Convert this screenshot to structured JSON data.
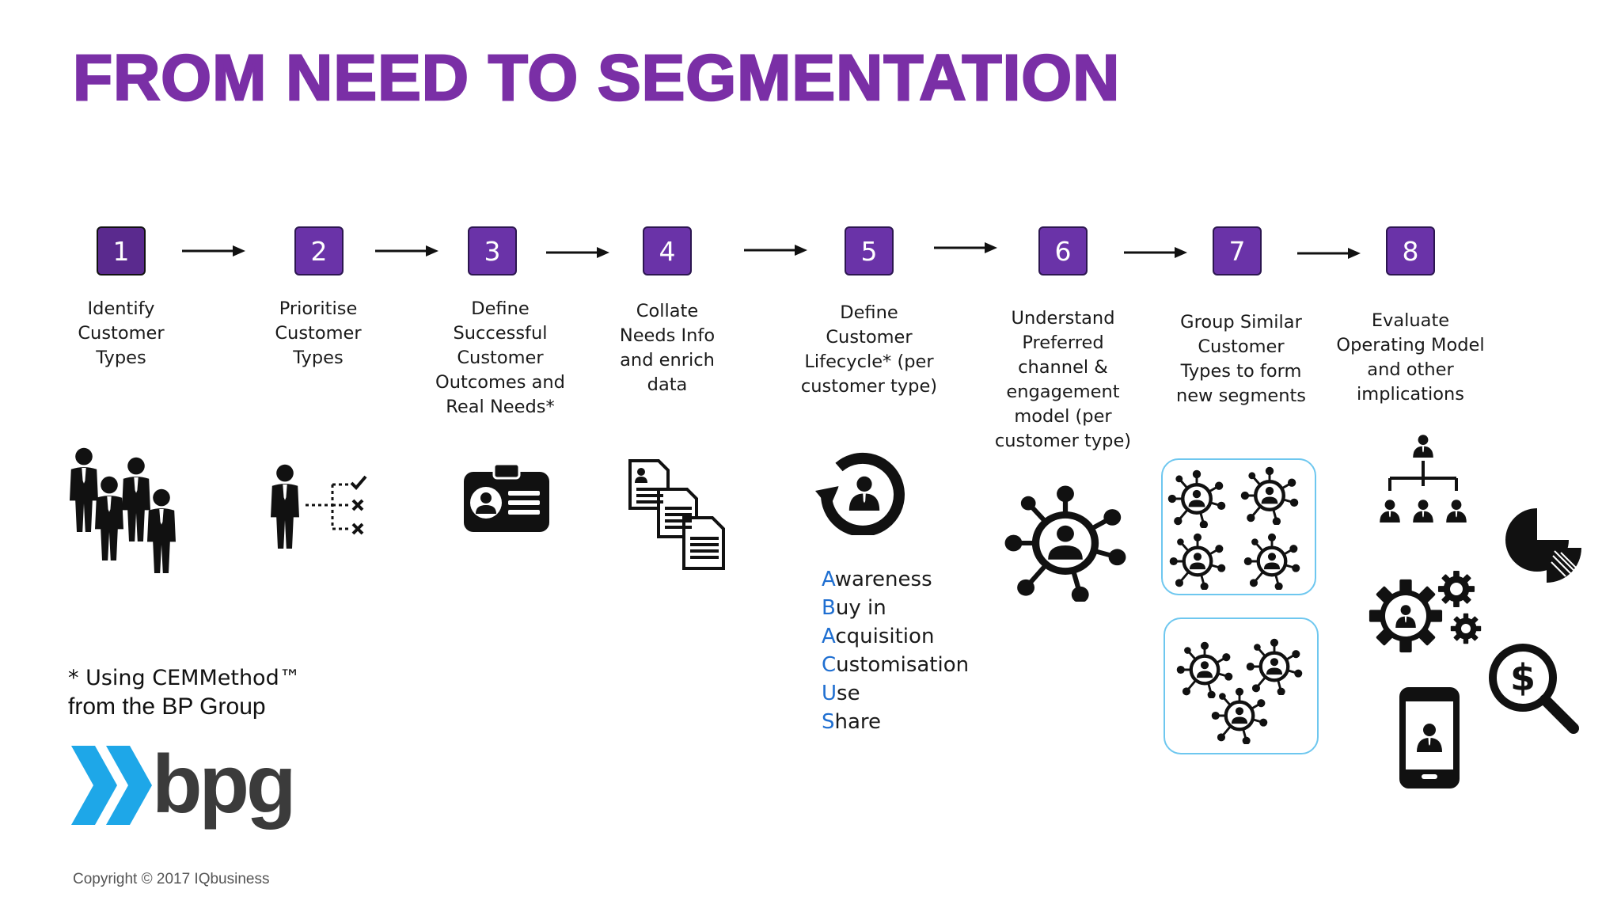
{
  "title": "FROM NEED TO SEGMENTATION",
  "colors": {
    "title": "#7a2fa6",
    "step_box": "#6a33a8",
    "initials": "#1f6fd1",
    "segment_box_border": "#6ec7ef",
    "logo_chevrons": "#1ea7e8",
    "logo_text": "#3b3b3b"
  },
  "steps": [
    {
      "number": "1",
      "lines": [
        "Identify",
        "Customer",
        "Types"
      ],
      "icon": "people-group-icon"
    },
    {
      "number": "2",
      "lines": [
        "Prioritise",
        "Customer",
        "Types"
      ],
      "icon": "person-checklist-icon"
    },
    {
      "number": "3",
      "lines": [
        "Define",
        "Successful",
        "Customer",
        "Outcomes and",
        "Real Needs*"
      ],
      "icon": "id-card-icon"
    },
    {
      "number": "4",
      "lines": [
        "Collate",
        "Needs Info",
        "and enrich",
        "data"
      ],
      "icon": "documents-icon"
    },
    {
      "number": "5",
      "lines": [
        "Define",
        "Customer",
        "Lifecycle* (per",
        "customer type)"
      ],
      "icon": "lifecycle-person-icon"
    },
    {
      "number": "6",
      "lines": [
        "Understand",
        "Preferred",
        "channel &",
        "engagement",
        "model  (per",
        "customer type)"
      ],
      "icon": "network-person-icon"
    },
    {
      "number": "7",
      "lines": [
        "Group Similar",
        "Customer",
        "Types to form",
        "new segments"
      ],
      "icon": "segments-network-icon"
    },
    {
      "number": "8",
      "lines": [
        "Evaluate",
        "Operating Model",
        "and other",
        "implications"
      ],
      "icon": "operating-model-icon"
    }
  ],
  "lifecycle": [
    {
      "initial": "A",
      "rest": "wareness"
    },
    {
      "initial": "B",
      "rest": "uy in"
    },
    {
      "initial": "A",
      "rest": "cquisition"
    },
    {
      "initial": "C",
      "rest": "ustomisation"
    },
    {
      "initial": "U",
      "rest": "se"
    },
    {
      "initial": "S",
      "rest": "hare"
    }
  ],
  "footnote": {
    "line1": "* Using CEMMethod™",
    "line2": "from the BP Group"
  },
  "logo_text": "bpg",
  "copyright": "Copyright ©  2017 IQbusiness"
}
